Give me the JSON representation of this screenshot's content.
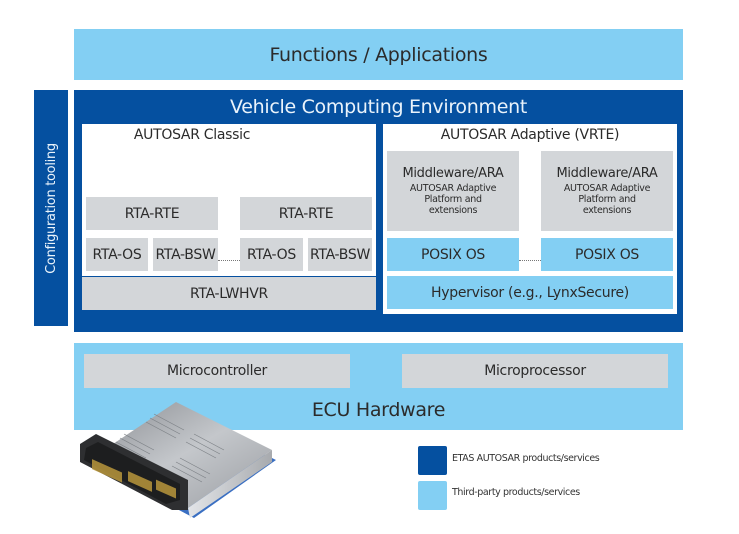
{
  "diagram": {
    "functions_layer": {
      "label": "Functions / Applications"
    },
    "config_tooling": {
      "label": "Configuration tooling"
    },
    "vehicle_computing_environment": {
      "title": "Vehicle Computing Environment",
      "autosar_classic": {
        "title": "AUTOSAR Classic",
        "stacks": [
          {
            "rte": "RTA-RTE",
            "os": "RTA-OS",
            "bsw": "RTA-BSW"
          },
          {
            "rte": "RTA-RTE",
            "os": "RTA-OS",
            "bsw": "RTA-BSW"
          }
        ],
        "hypervisor": "RTA-LWHVR"
      },
      "autosar_adaptive": {
        "title": "AUTOSAR Adaptive (VRTE)",
        "stacks": [
          {
            "middleware_title": "Middleware/ARA",
            "middleware_desc": "AUTOSAR Adaptive Platform and extensions",
            "os": "POSIX OS"
          },
          {
            "middleware_title": "Middleware/ARA",
            "middleware_desc": "AUTOSAR Adaptive Platform and extensions",
            "os": "POSIX OS"
          }
        ],
        "hypervisor": "Hypervisor (e.g., LynxSecure)"
      }
    },
    "ecu_hardware": {
      "title": "ECU Hardware",
      "units": [
        "Microcontroller",
        "Microprocessor"
      ]
    },
    "legend": [
      {
        "label": "ETAS AUTOSAR products/services",
        "color": "#0550a0"
      },
      {
        "label": "Third-party products/services",
        "color": "#83cff3"
      }
    ],
    "colors": {
      "etas_blue": "#0550a0",
      "third_party_blue": "#83cff3",
      "grey": "#d3d6d9"
    }
  }
}
